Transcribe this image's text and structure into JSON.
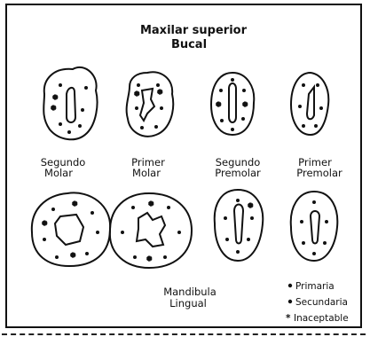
{
  "header": {
    "title": "Maxilar superior",
    "subtitle": "Bucal"
  },
  "teeth_labels": {
    "segundo_molar": [
      "Segundo",
      "Molar"
    ],
    "primer_molar": [
      "Primer",
      "Molar"
    ],
    "segundo_premolar": [
      "Segundo",
      "Premolar"
    ],
    "primer_premolar": [
      "Primer",
      "Premolar"
    ]
  },
  "footer": {
    "title": "Mandibula",
    "subtitle": "Lingual"
  },
  "legend": {
    "primaria": "Primaria",
    "secundaria": "Secundaria",
    "inaceptable": "Inaceptable"
  },
  "colors": {
    "ink": "#111111",
    "background": "#ffffff"
  }
}
